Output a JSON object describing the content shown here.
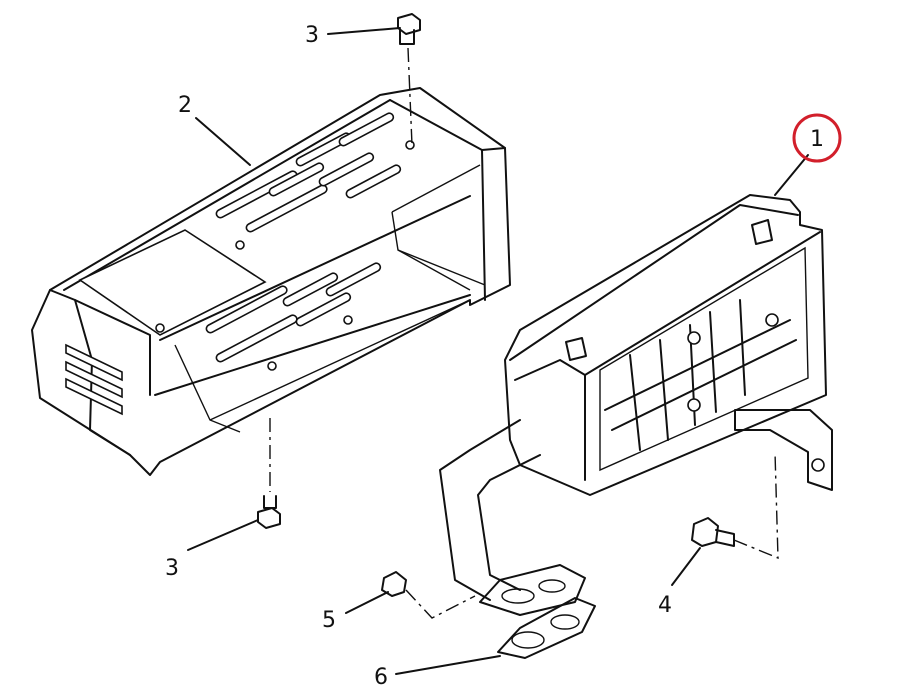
{
  "callouts": [
    {
      "id": "1",
      "label": "1",
      "highlighted": true
    },
    {
      "id": "2",
      "label": "2"
    },
    {
      "id": "3a",
      "label": "3"
    },
    {
      "id": "3b",
      "label": "3"
    },
    {
      "id": "4",
      "label": "4"
    },
    {
      "id": "5",
      "label": "5"
    },
    {
      "id": "6",
      "label": "6"
    }
  ],
  "colors": {
    "line": "#111111",
    "highlight": "#d21f2b",
    "background": "#ffffff"
  }
}
